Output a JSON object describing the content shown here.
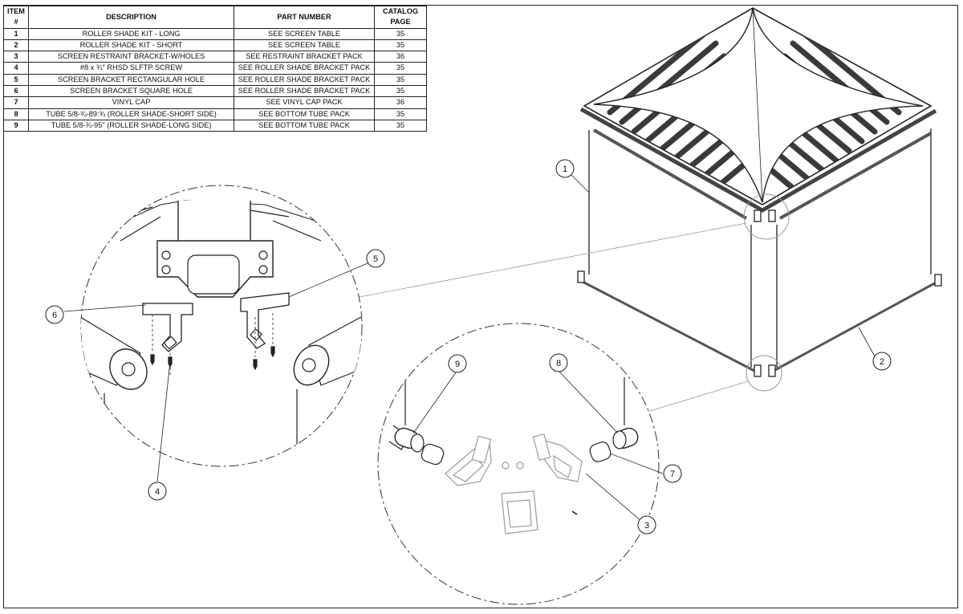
{
  "bom": {
    "headers": {
      "item_line1": "ITEM",
      "item_line2": "#",
      "description": "DESCRIPTION",
      "part_number": "PART NUMBER",
      "catalog_line1": "CATALOG",
      "catalog_line2": "PAGE"
    },
    "rows": [
      {
        "item": "1",
        "description": "ROLLER SHADE KIT - LONG",
        "part_number": "SEE SCREEN TABLE",
        "page": "35"
      },
      {
        "item": "2",
        "description": "ROLLER SHADE KIT - SHORT",
        "part_number": "SEE SCREEN TABLE",
        "page": "35"
      },
      {
        "item": "3",
        "description": "SCREEN RESTRAINT BRACKET-W/HOLES",
        "part_number": "SEE RESTRAINT BRACKET PACK",
        "page": "36"
      },
      {
        "item": "4",
        "description": "#8 x ¾\" RHSD SLFTP SCREW",
        "part_number": "SEE ROLLER SHADE BRACKET PACK",
        "page": "35"
      },
      {
        "item": "5",
        "description": "SCREEN BRACKET RECTANGULAR HOLE",
        "part_number": "SEE ROLLER SHADE BRACKET PACK",
        "page": "35"
      },
      {
        "item": "6",
        "description": "SCREEN BRACKET SQUARE HOLE",
        "part_number": "SEE ROLLER SHADE BRACKET PACK",
        "page": "35"
      },
      {
        "item": "7",
        "description": "VINYL CAP",
        "part_number": "SEE VINYL CAP PACK",
        "page": "36"
      },
      {
        "item": "8",
        "description": "TUBE 5/8-¾-89:¾ (ROLLER SHADE-SHORT SIDE)",
        "part_number": "SEE BOTTOM TUBE PACK",
        "page": "35"
      },
      {
        "item": "9",
        "description": "TUBE 5/8-¾-95\" (ROLLER SHADE-LONG SIDE)",
        "part_number": "SEE BOTTOM TUBE PACK",
        "page": "35"
      }
    ]
  },
  "callouts": {
    "c1": "1",
    "c2": "2",
    "c3": "3",
    "c4": "4",
    "c5": "5",
    "c6": "6",
    "c7": "7",
    "c8": "8",
    "c9": "9"
  },
  "colors": {
    "line": "#222222",
    "light_part": "#9a9a9a",
    "paper": "#ffffff"
  }
}
